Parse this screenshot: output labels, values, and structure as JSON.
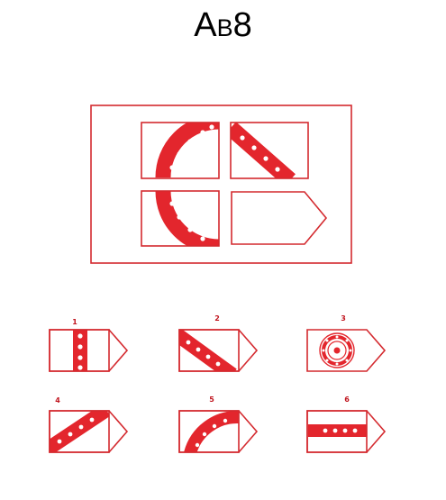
{
  "title": {
    "main": "A",
    "sub": "B",
    "number": "8"
  },
  "colors": {
    "accent": "#e3262d",
    "line": "#d42a2f",
    "text": "#000000"
  },
  "options": [
    {
      "number": "1"
    },
    {
      "number": "2"
    },
    {
      "number": "3"
    },
    {
      "number": "4"
    },
    {
      "number": "5"
    },
    {
      "number": "6"
    }
  ]
}
